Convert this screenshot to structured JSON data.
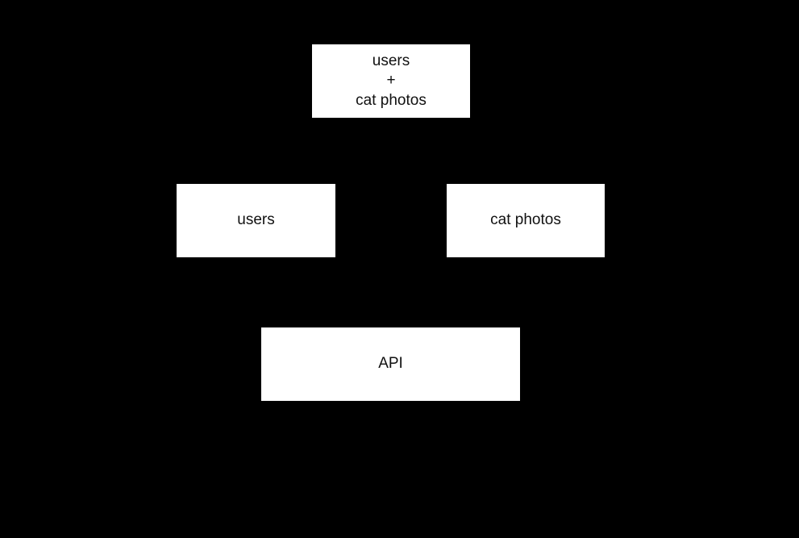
{
  "diagram": {
    "background_color": "#000000",
    "node_color": "#ffffff",
    "text_color": "#111111",
    "nodes": {
      "combined": {
        "lines": [
          "users",
          "+",
          "cat photos"
        ]
      },
      "users": {
        "label": "users"
      },
      "cat_photos": {
        "label": "cat photos"
      },
      "api": {
        "label": "API"
      }
    }
  }
}
